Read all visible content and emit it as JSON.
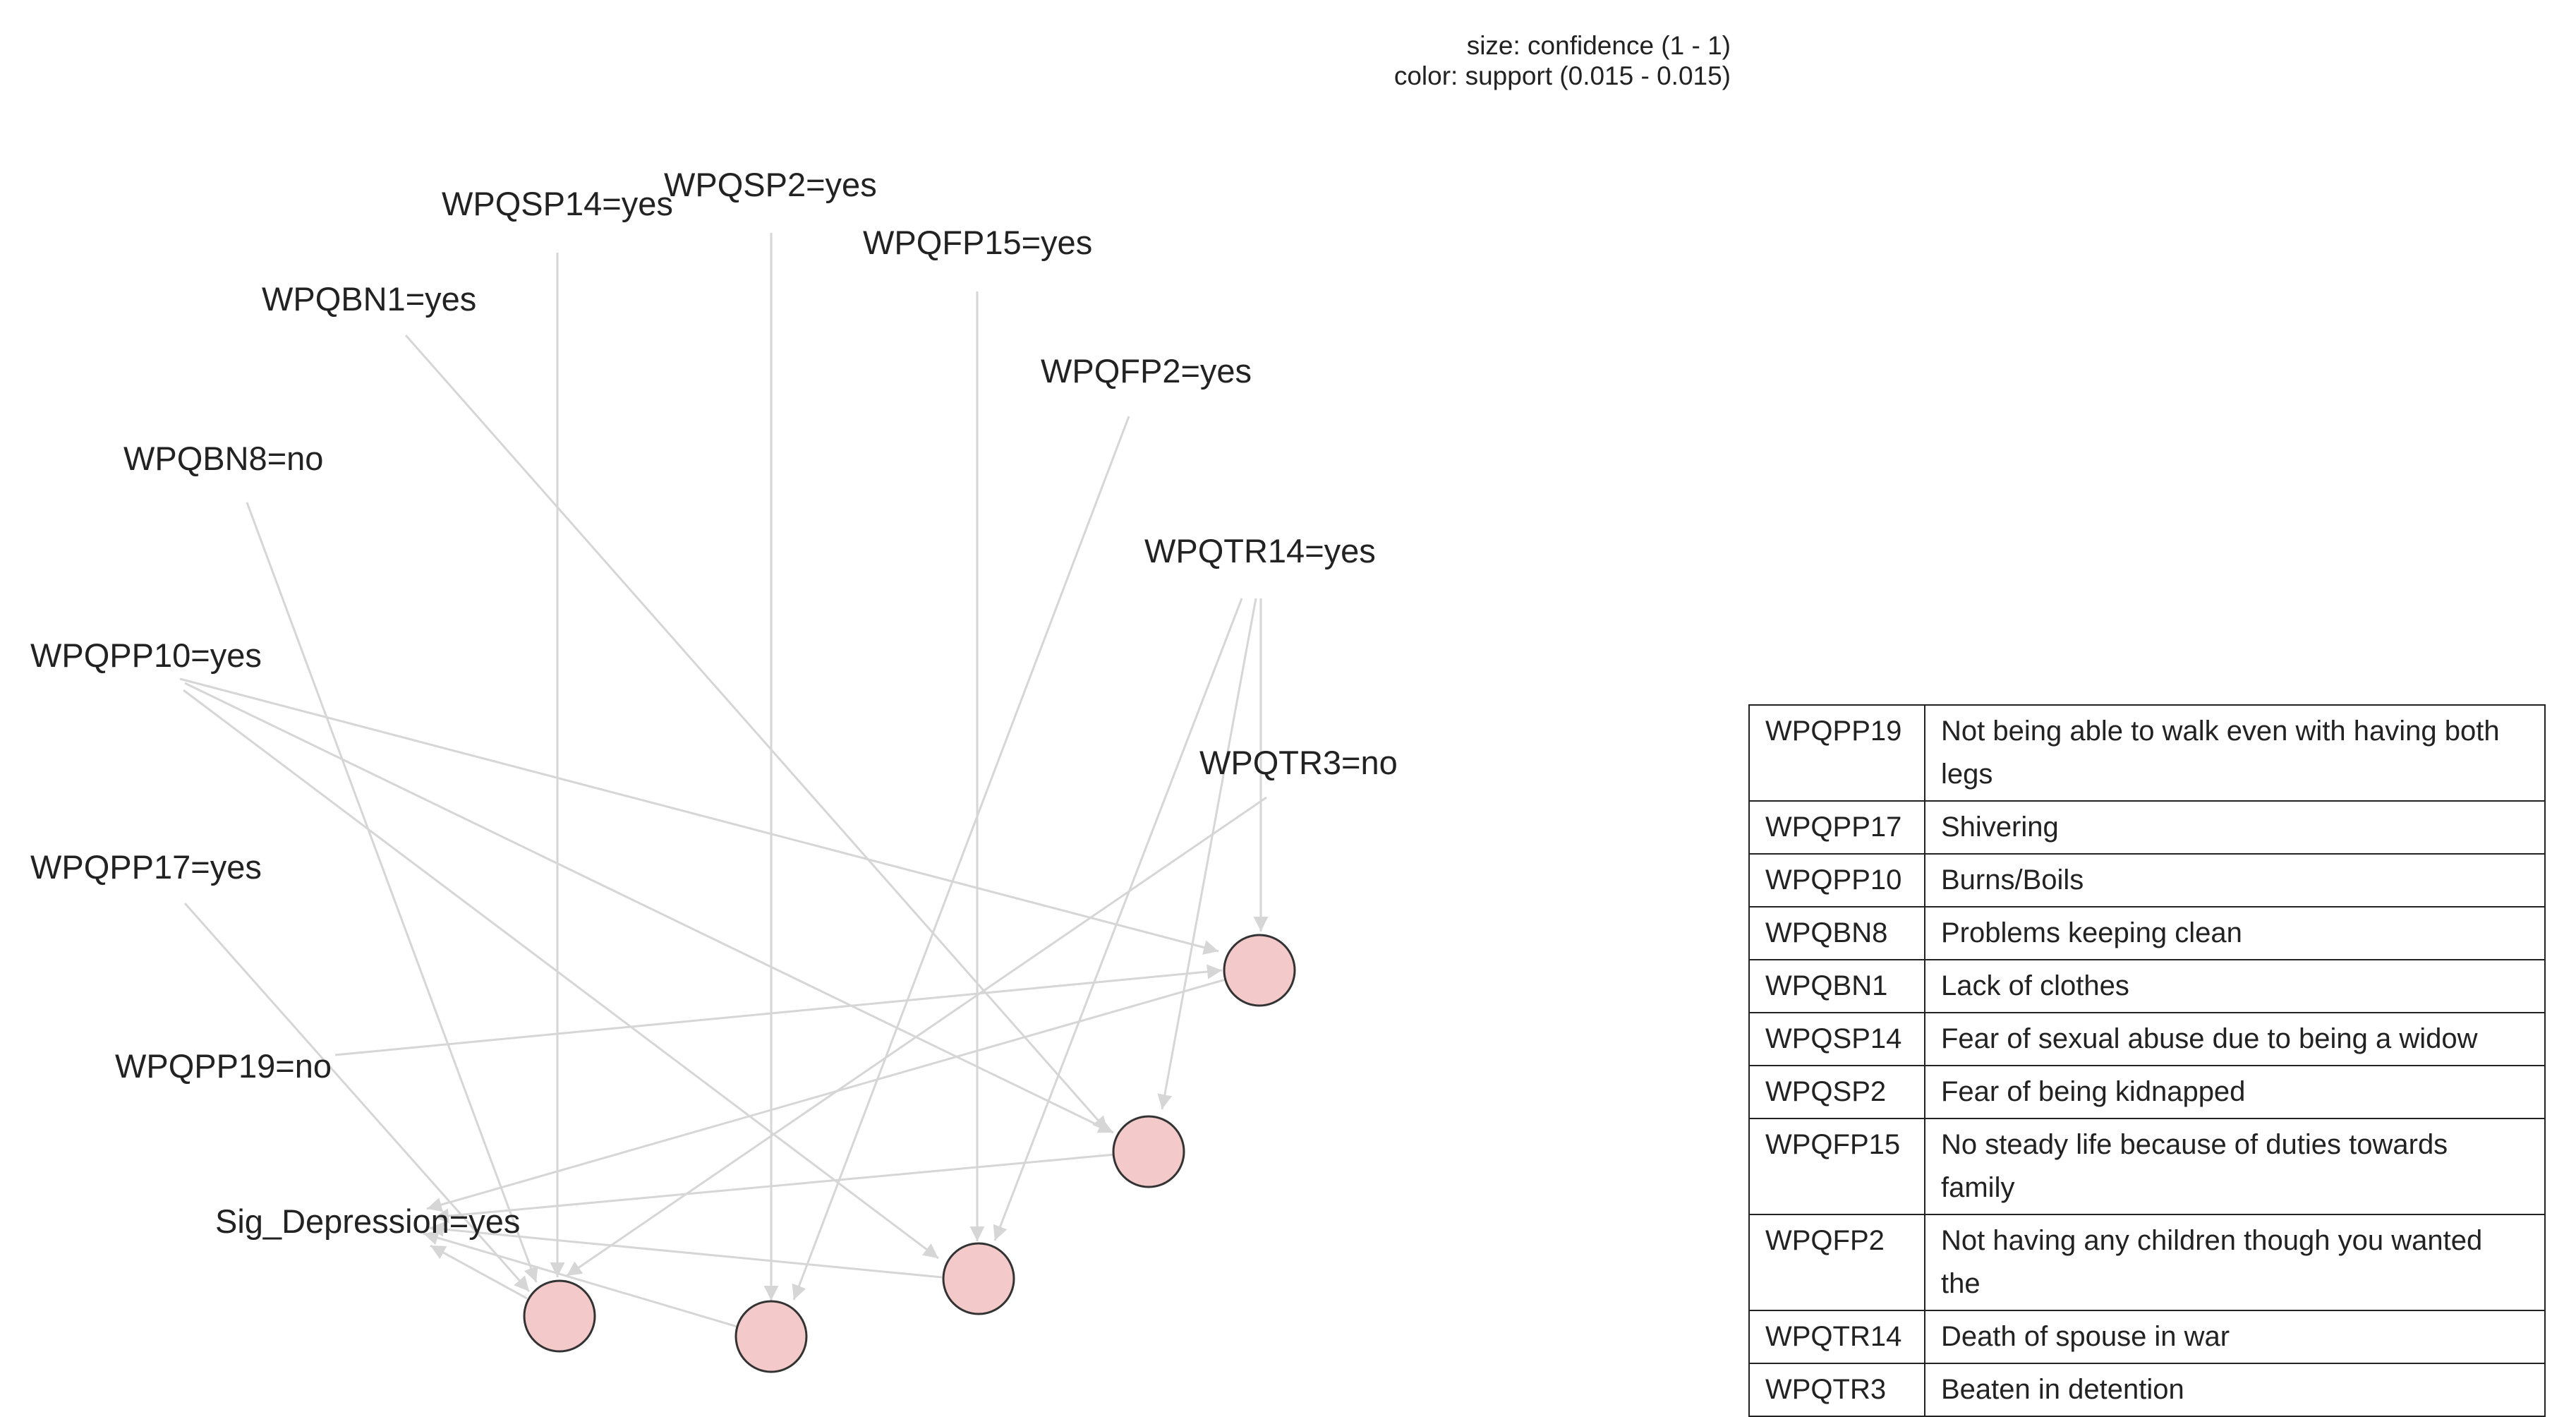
{
  "legend": {
    "size_text": "size: confidence (1 - 1)",
    "color_text": "color: support (0.015 - 0.015)"
  },
  "graph": {
    "item_labels": {
      "wpqsp14": "WPQSP14=yes",
      "wpqsp2": "WPQSP2=yes",
      "wpqfp15": "WPQFP15=yes",
      "wpqbn1": "WPQBN1=yes",
      "wpqfp2": "WPQFP2=yes",
      "wpqbn8": "WPQBN8=no",
      "wpqtr14": "WPQTR14=yes",
      "wpqpp10": "WPQPP10=yes",
      "wpqtr3": "WPQTR3=no",
      "wpqpp17": "WPQPP17=yes",
      "wpqpp19": "WPQPP19=no",
      "sig_depression": "Sig_Depression=yes"
    },
    "rule_node_color": "#f4c9c9",
    "edge_color": "#d6d6d6"
  },
  "definitions": [
    {
      "code": "WPQPP19",
      "meaning": "Not being able to walk even with having both legs"
    },
    {
      "code": "WPQPP17",
      "meaning": "Shivering"
    },
    {
      "code": "WPQPP10",
      "meaning": "Burns/Boils"
    },
    {
      "code": "WPQBN8",
      "meaning": "Problems keeping clean"
    },
    {
      "code": "WPQBN1",
      "meaning": "Lack of clothes"
    },
    {
      "code": "WPQSP14",
      "meaning": "Fear of sexual abuse due to being a widow"
    },
    {
      "code": "WPQSP2",
      "meaning": "Fear of being kidnapped"
    },
    {
      "code": "WPQFP15",
      "meaning": "No steady life because of duties towards family"
    },
    {
      "code": "WPQFP2",
      "meaning": "Not having any children though you wanted the"
    },
    {
      "code": "WPQTR14",
      "meaning": "Death of spouse in war"
    },
    {
      "code": "WPQTR3",
      "meaning": "Beaten in detention"
    }
  ]
}
